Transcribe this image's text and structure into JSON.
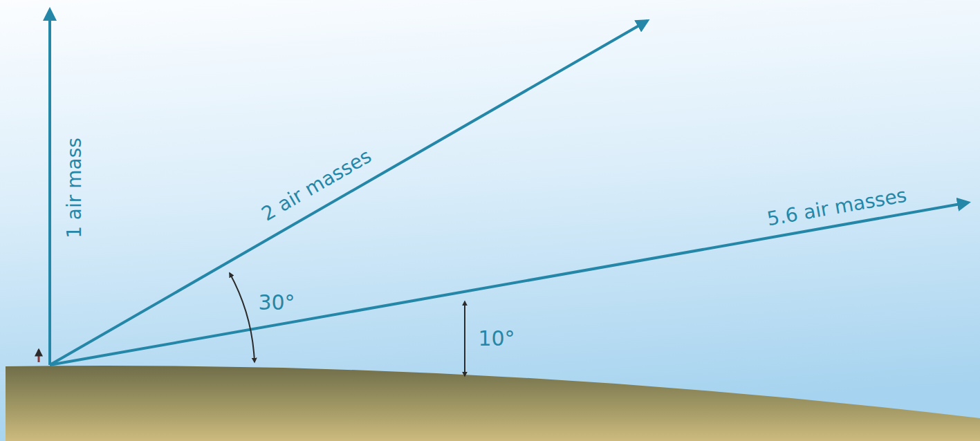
{
  "diagram": {
    "labels": [
      "1 air mass",
      "2 air masses",
      "5.6 air masses",
      "30°",
      "10°"
    ]
  }
}
